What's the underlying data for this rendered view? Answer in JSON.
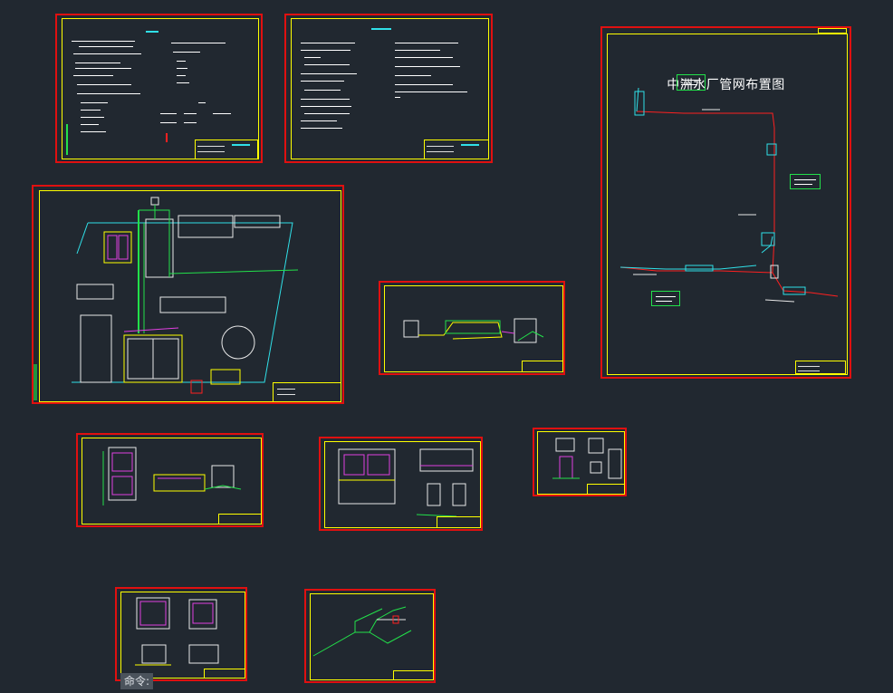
{
  "viewport": {
    "background": "#212830",
    "layout_color": "#e01010",
    "frame_color": "#ffff00"
  },
  "sheets": [
    {
      "id": "sheet-design-notes",
      "kind": "text-notes"
    },
    {
      "id": "sheet-construction-notes",
      "kind": "text-notes"
    },
    {
      "id": "sheet-pipe-network-layout",
      "kind": "pipe-network",
      "title": "中洲水厂管网布置图"
    },
    {
      "id": "sheet-site-plan",
      "kind": "site-plan"
    },
    {
      "id": "sheet-profile",
      "kind": "profile"
    },
    {
      "id": "sheet-plan-section-a",
      "kind": "detail"
    },
    {
      "id": "sheet-plan-section-b",
      "kind": "detail"
    },
    {
      "id": "sheet-detail-small",
      "kind": "detail"
    },
    {
      "id": "sheet-equipment-plan",
      "kind": "detail"
    },
    {
      "id": "sheet-isometric",
      "kind": "isometric"
    }
  ],
  "command_line": {
    "label": "命令:"
  }
}
